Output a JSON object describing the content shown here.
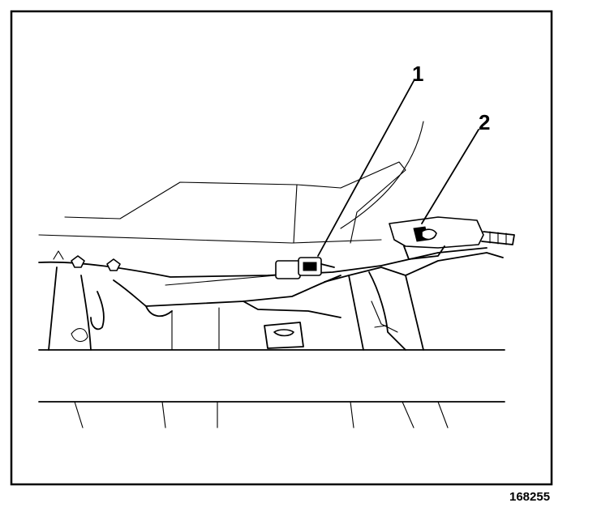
{
  "callouts": [
    {
      "number": "1"
    },
    {
      "number": "2"
    }
  ],
  "figure_number": "168255"
}
